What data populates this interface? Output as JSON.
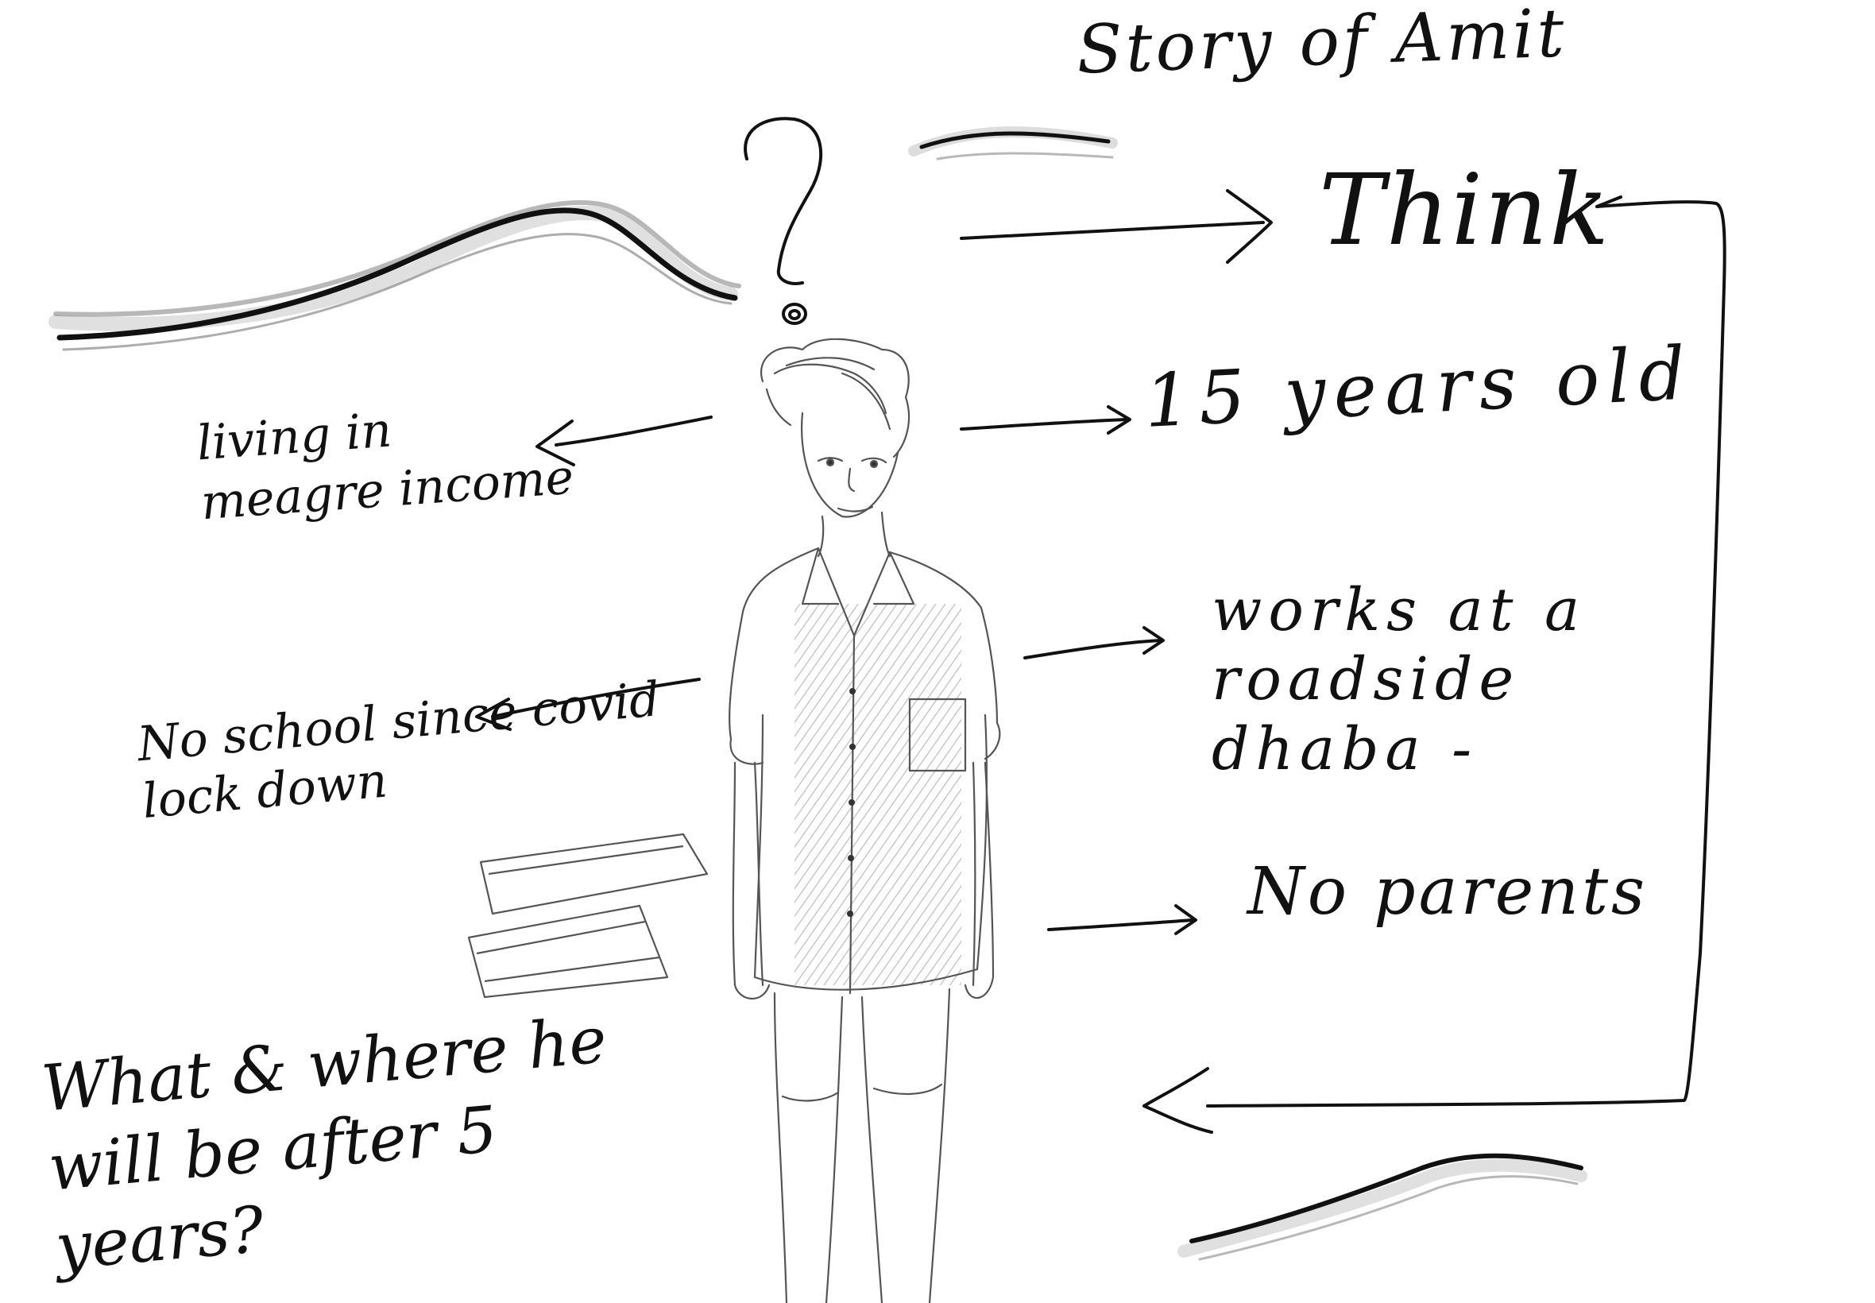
{
  "sketch": {
    "title": "Story of Amit",
    "think": "Think",
    "question_mark_icon": "question-mark-icon",
    "left_notes": {
      "income": "living in meagre income",
      "school": "No school since covid lock down"
    },
    "right_notes": {
      "age": "15 years old",
      "work": "works at a roadside dhaba -",
      "parents": "No parents"
    },
    "closing_question": "What & where he will be after 5 years?"
  },
  "colors": {
    "ink": "#111111",
    "pencil": "#555555",
    "shading": "#9a9a9a",
    "paper": "#ffffff"
  }
}
